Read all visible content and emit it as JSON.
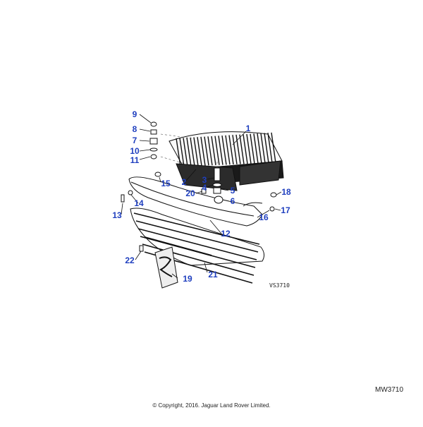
{
  "diagram": {
    "callouts": [
      {
        "id": "1",
        "label": "1"
      },
      {
        "id": "2",
        "label": "2"
      },
      {
        "id": "3",
        "label": "3"
      },
      {
        "id": "4",
        "label": "4"
      },
      {
        "id": "5",
        "label": "5"
      },
      {
        "id": "6",
        "label": "6"
      },
      {
        "id": "7",
        "label": "7"
      },
      {
        "id": "8",
        "label": "8"
      },
      {
        "id": "9",
        "label": "9"
      },
      {
        "id": "10",
        "label": "10"
      },
      {
        "id": "11",
        "label": "11"
      },
      {
        "id": "12",
        "label": "12"
      },
      {
        "id": "13",
        "label": "13"
      },
      {
        "id": "14",
        "label": "14"
      },
      {
        "id": "15",
        "label": "15"
      },
      {
        "id": "16",
        "label": "16"
      },
      {
        "id": "17",
        "label": "17"
      },
      {
        "id": "18",
        "label": "18"
      },
      {
        "id": "19",
        "label": "19"
      },
      {
        "id": "20",
        "label": "20"
      },
      {
        "id": "21",
        "label": "21"
      },
      {
        "id": "22",
        "label": "22"
      }
    ],
    "drawing_code": "VS3710",
    "diagram_id": "MW3710",
    "copyright": "© Copyright, 2016. Jaguar Land Rover Limited.",
    "callout_color": "#1f3fbf"
  }
}
